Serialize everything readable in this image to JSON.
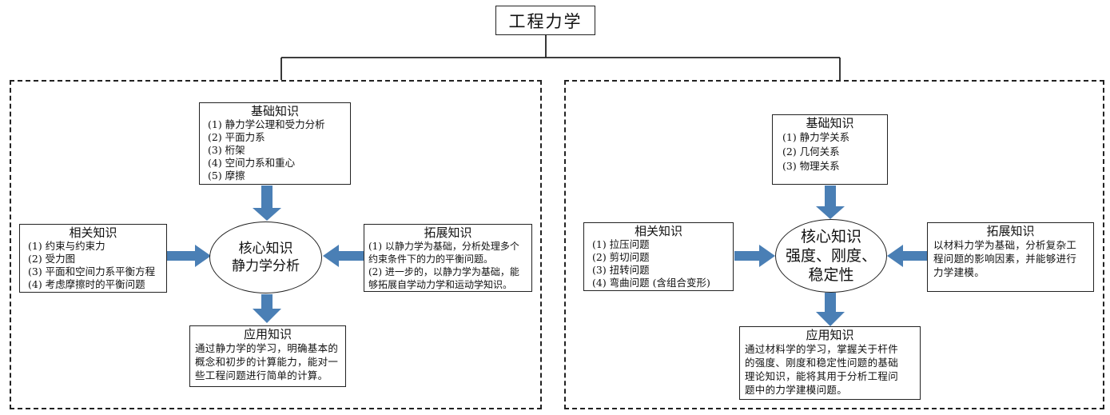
{
  "root": {
    "title": "工程力学"
  },
  "left": {
    "basic": {
      "title": "基础知识",
      "items": [
        "(1) 静力学公理和受力分析",
        "(2) 平面力系",
        "(3) 桁架",
        "(4) 空间力系和重心",
        "(5) 摩擦"
      ]
    },
    "related": {
      "title": "相关知识",
      "items": [
        "(1) 约束与约束力",
        "(2) 受力图",
        "(3) 平面和空间力系平衡方程",
        "(4) 考虑摩擦时的平衡问题"
      ]
    },
    "core": {
      "line1": "核心知识",
      "line2": "静力学分析"
    },
    "extended": {
      "title": "拓展知识",
      "items": [
        "(1) 以静力学为基础，分析处理多个",
        "约束条件下的力的平衡问题。",
        "(2) 进一步的，以静力学为基础，能",
        "够拓展自学动力学和运动学知识。"
      ]
    },
    "applied": {
      "title": "应用知识",
      "lines": [
        "通过静力学的学习，明确基本的",
        "概念和初步的计算能力，能对一",
        "些工程问题进行简单的计算。"
      ]
    }
  },
  "right": {
    "basic": {
      "title": "基础知识",
      "items": [
        "(1) 静力学关系",
        "(2) 几何关系",
        "(3) 物理关系"
      ]
    },
    "related": {
      "title": "相关知识",
      "items": [
        "(1) 拉压问题",
        "(2) 剪切问题",
        "(3) 扭转问题",
        "(4) 弯曲问题 (含组合变形)"
      ]
    },
    "core": {
      "line1": "核心知识",
      "line2": "强度、刚度、",
      "line3": "稳定性"
    },
    "extended": {
      "title": "拓展知识",
      "lines": [
        "以材料力学为基础，分析复杂工",
        "程问题的影响因素，并能够进行",
        "力学建模。"
      ]
    },
    "applied": {
      "title": "应用知识",
      "lines": [
        "通过材料学的学习，掌握关于杆件",
        "的强度、刚度和稳定性问题的基础",
        "理论知识，能将其用于分析工程问",
        "题中的力学建模问题。"
      ]
    }
  },
  "colors": {
    "arrow": "#4a7fb5",
    "line": "#222222"
  }
}
